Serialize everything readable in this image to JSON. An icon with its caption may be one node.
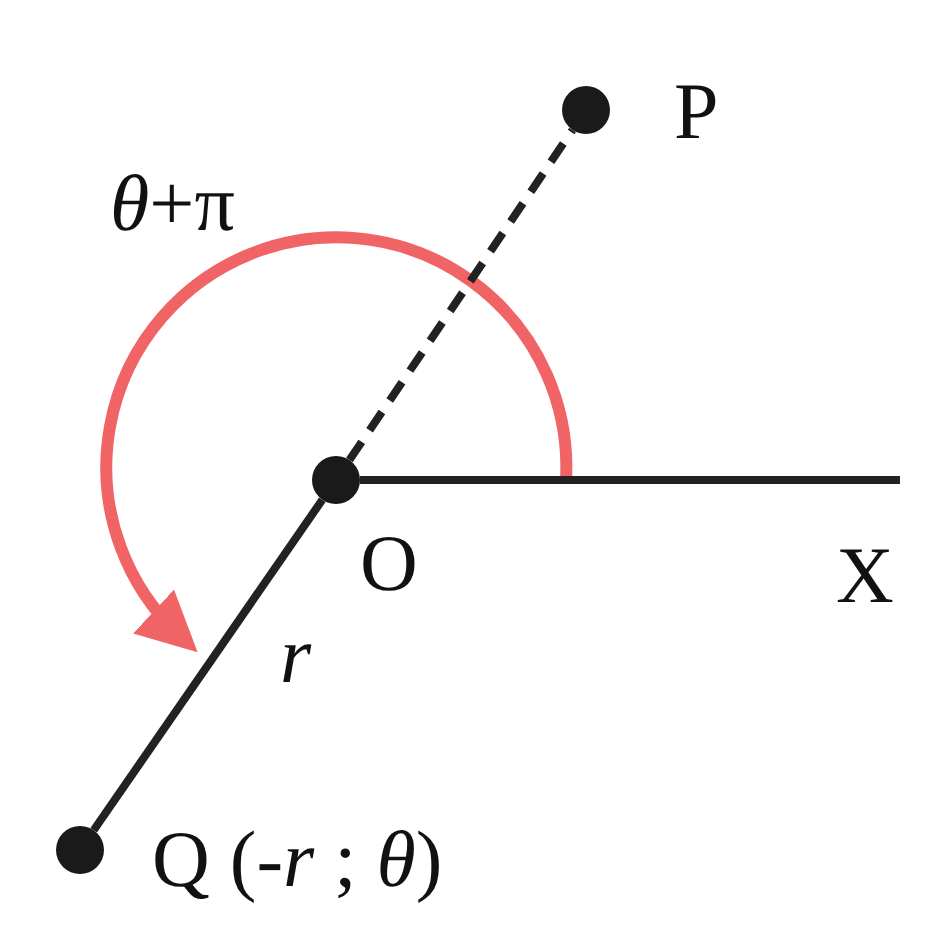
{
  "diagram": {
    "nodes": [
      {
        "text": [],
        "shape": "circle",
        "beside": [
          "P"
        ]
      },
      {
        "text": [],
        "shape": "circle",
        "beside": [
          "O"
        ]
      },
      {
        "text": [],
        "shape": "circle",
        "beside": [
          "Q (-*r* ; *θ*)"
        ]
      }
    ],
    "edges": [
      {
        "from": 1,
        "to": 0,
        "arrow": "none",
        "style": "dashed"
      },
      {
        "from": 1,
        "to": null,
        "arrow": "none"
      },
      {
        "from": 1,
        "to": 2,
        "arrow": "none",
        "label": "r"
      }
    ],
    "labels": [
      "*θ*+π",
      "X"
    ]
  }
}
